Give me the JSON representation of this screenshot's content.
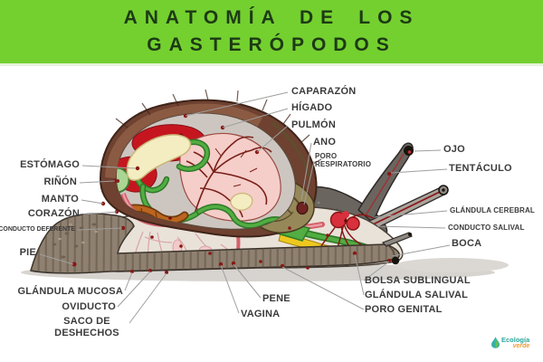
{
  "header": {
    "title_line1": "ANATOMÍA DE LOS",
    "title_line2": "GASTERÓPODOS",
    "background_color": "#74d02f",
    "text_color": "#1d3a15"
  },
  "diagram": {
    "subject": "snail-anatomy-cutaway",
    "label_color": "#3b3b3b",
    "leader_line_color": "#9e9e9e",
    "marker_dot_color": "#8a1612",
    "labels": {
      "caparazon": "CAPARAZÓN",
      "higado": "HÍGADO",
      "pulmon": "PULMÓN",
      "ano": "ANO",
      "poro_respiratorio": "PORO RESPIRATORIO",
      "ojo": "OJO",
      "tentaculo": "TENTÁCULO",
      "glandula_cerebral": "GLÁNDULA CEREBRAL",
      "conducto_salival": "CONDUCTO SALIVAL",
      "boca": "BOCA",
      "estomago": "ESTÓMAGO",
      "rinon": "RIÑÓN",
      "manto": "MANTO",
      "corazon": "CORAZÓN",
      "conducto_deferente": "CONDUCTO DEFERENTE",
      "pie": "PIE",
      "glandula_mucosa": "GLÁNDULA MUCOSA",
      "oviducto": "OVIDUCTO",
      "saco_de_deshechos": "SACO DE DESHECHOS",
      "pene": "PENE",
      "vagina": "VAGINA",
      "bolsa_sublingual": "BOLSA SUBLINGUAL",
      "glandula_salival": "GLÁNDULA SALIVAL",
      "poro_genital": "PORO GENITAL"
    },
    "anatomy_colors": {
      "shell": "#6e4130",
      "shell_aperture": "#97885a",
      "body": "#e9e2d9",
      "foot": "#8f8171",
      "tentacle": "#6b6560",
      "liver": "#c5161f",
      "lung": "#f5cdc9",
      "intestine": "#52ad42",
      "stomach": "#f4edc2",
      "kidney": "#abd593",
      "heart": "#bc651e",
      "mantle_duct": "#d4606a",
      "salivary_gland": "#eec81f",
      "nerve_ganglion": "#d8303c"
    }
  },
  "logo": {
    "word1": "Ecología",
    "word2": "verde",
    "word1_color": "#2ba79b",
    "word2_color": "#f29b38"
  }
}
